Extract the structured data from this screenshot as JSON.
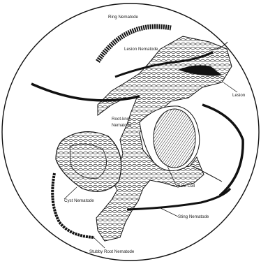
{
  "labels": {
    "ring": "Ring Nematode",
    "lesion_nematode": "Lesion Nematode",
    "lesion": "Lesion",
    "root_knot": [
      "Root-knot",
      "Nematode"
    ],
    "giant_cell": "Giant Cell",
    "cyst": "Cyst Nematode",
    "sting": "Sting Nematode",
    "stubby": "Stubby Root Nematode"
  },
  "colors": {
    "ink": "#1a1a1a",
    "paper": "#ffffff"
  }
}
